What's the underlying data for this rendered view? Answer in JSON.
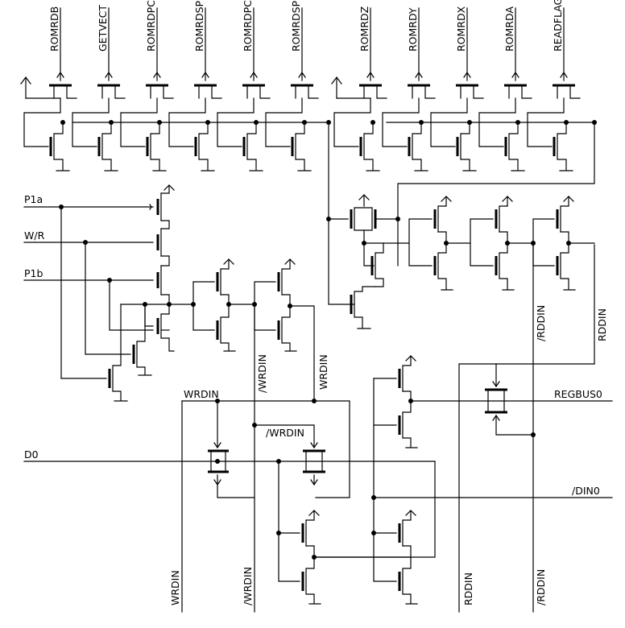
{
  "diagram": {
    "top_signals": [
      "ROMRDB",
      "GETVECT",
      "ROMRDPCH",
      "ROMRDSPH",
      "ROMRDPCL",
      "ROMRDSPL",
      "ROMRDZ",
      "ROMRDY",
      "ROMRDX",
      "ROMRDA",
      "READFLAGS"
    ],
    "inputs": {
      "p1a": "P1a",
      "wr": "W/R",
      "p1b": "P1b",
      "d0": "D0"
    },
    "outputs": {
      "regbus0": "REGBUS0",
      "din0": "/DIN0"
    },
    "nets": {
      "wrdin": "WRDIN",
      "nwrdin": "/WRDIN",
      "rddin": "RDDIN",
      "nrddin": "/RDDIN"
    }
  }
}
